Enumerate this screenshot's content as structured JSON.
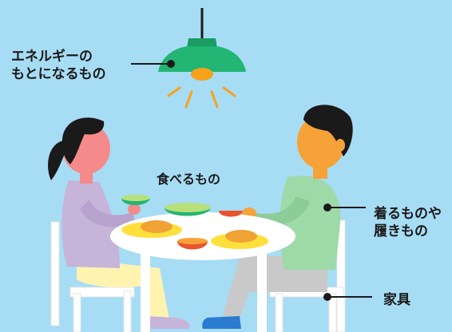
{
  "labels": {
    "energy": [
      "エネルギーの",
      "もとになるもの"
    ],
    "food": "食べるもの",
    "clothes": [
      "着るものや",
      "履きもの"
    ],
    "furniture": "家具"
  },
  "colors": {
    "background": "#a7dcf5",
    "lamp_shade": "#22b573",
    "lamp_light": "#f7a21b",
    "table_top": "#ffffff",
    "woman_top": "#c6b4d9",
    "woman_pants": "#fff3b0",
    "man_top": "#9ed9a8",
    "man_pants": "#c9c9c9",
    "skin": "#f58a8a",
    "man_skin": "#f7a238",
    "hair": "#1a1a1a",
    "leader_line": "#1a1a1a"
  }
}
